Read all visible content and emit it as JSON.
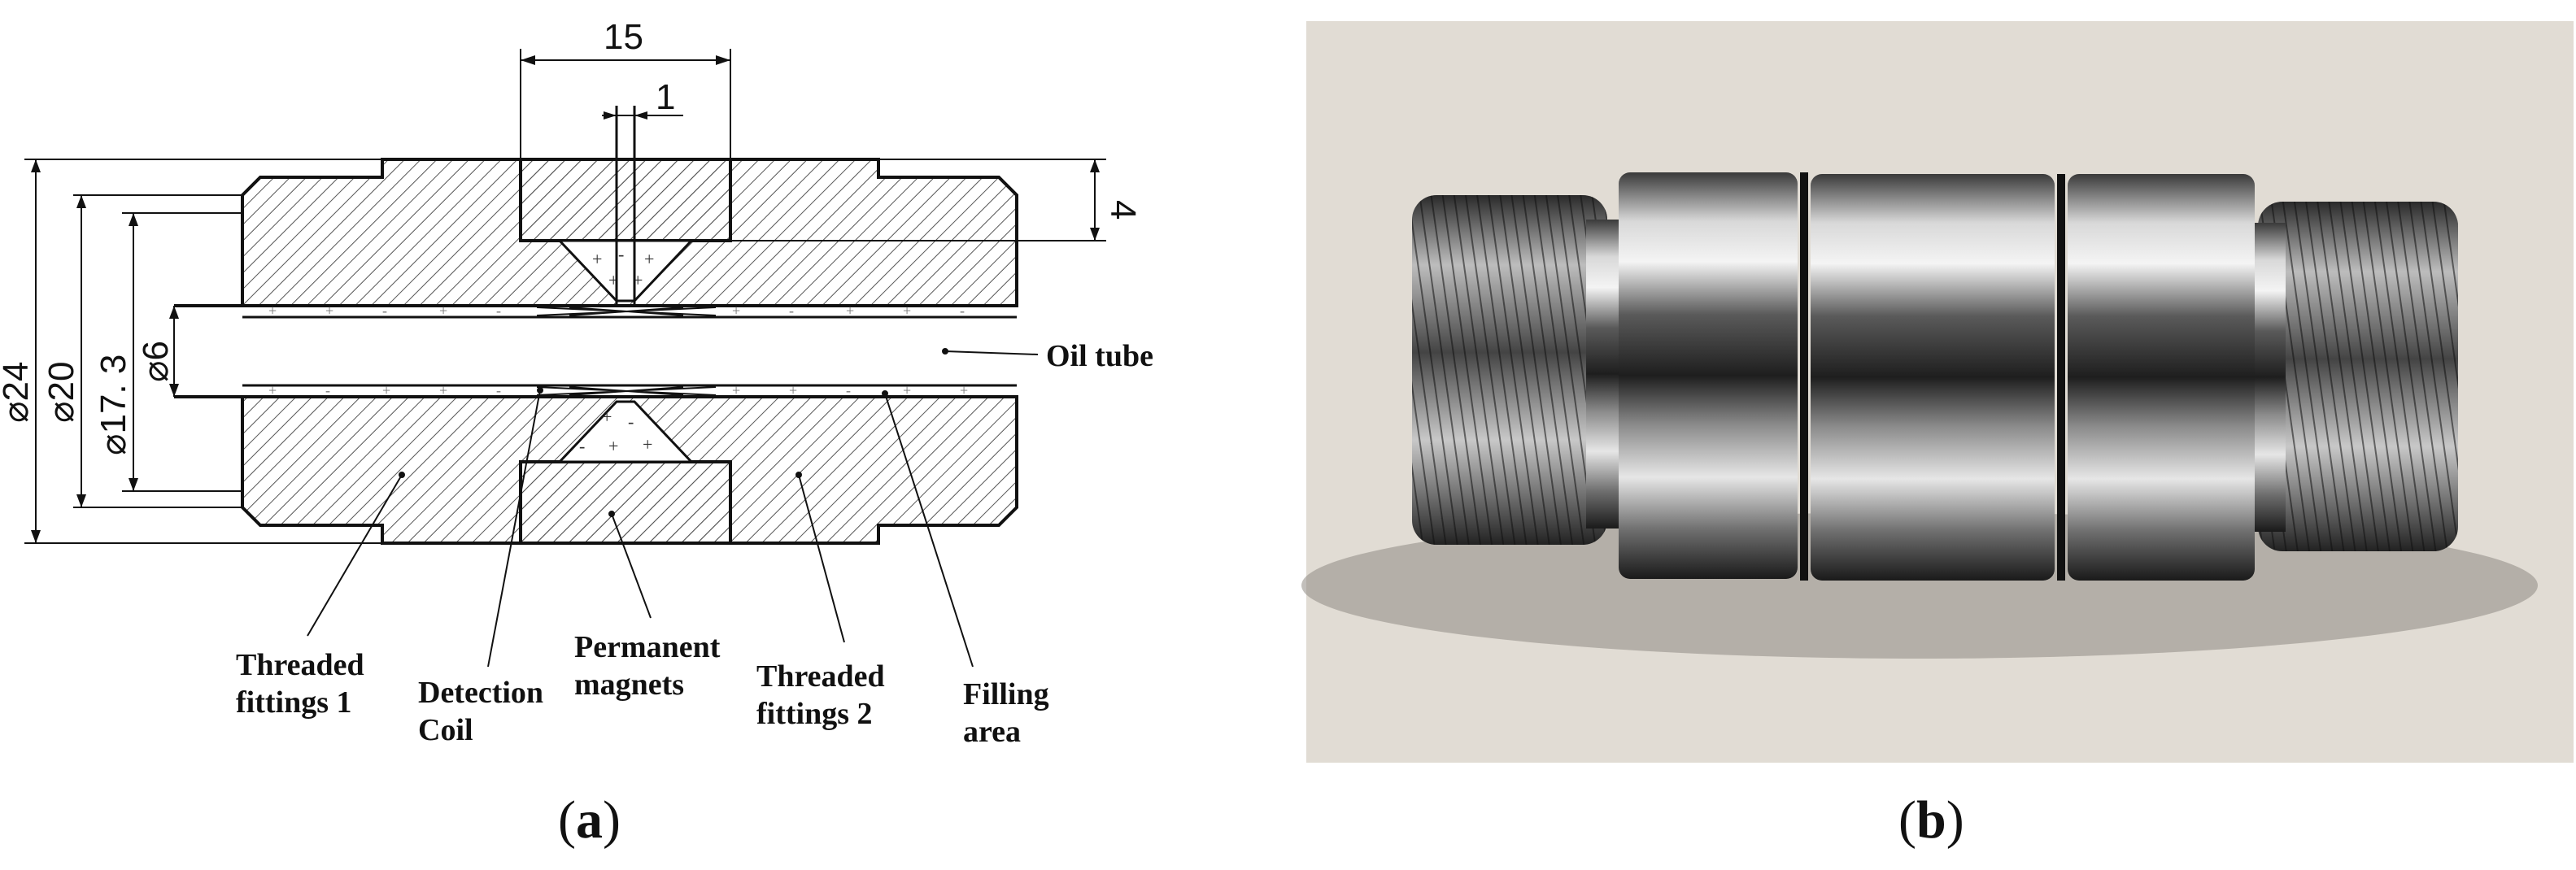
{
  "diagram": {
    "dimensions": {
      "top_width": "15",
      "gap_width": "1",
      "right_depth": "4",
      "dia_24": "⌀24",
      "dia_20": "⌀20",
      "dia_17_3": "⌀17. 3",
      "dia_6": "⌀6"
    },
    "labels": {
      "oil_tube": "Oil tube",
      "threaded_fittings_1": [
        "Threaded",
        "fittings 1"
      ],
      "detection_coil": [
        "Detection",
        "Coil"
      ],
      "permanent_magnets": [
        "Permanent",
        "magnets"
      ],
      "threaded_fittings_2": [
        "Threaded",
        "fittings 2"
      ],
      "filling_area": [
        "Filling",
        "area"
      ]
    }
  },
  "photo": {
    "description": "machined steel sensor body with threaded ends"
  },
  "captions": {
    "a": {
      "open": "(",
      "letter": "a",
      "close": ")"
    },
    "b": {
      "open": "(",
      "letter": "b",
      "close": ")"
    }
  },
  "colors": {
    "line": "#111111",
    "hatch": "#444444",
    "photo_bg": "#d9d4cb"
  }
}
